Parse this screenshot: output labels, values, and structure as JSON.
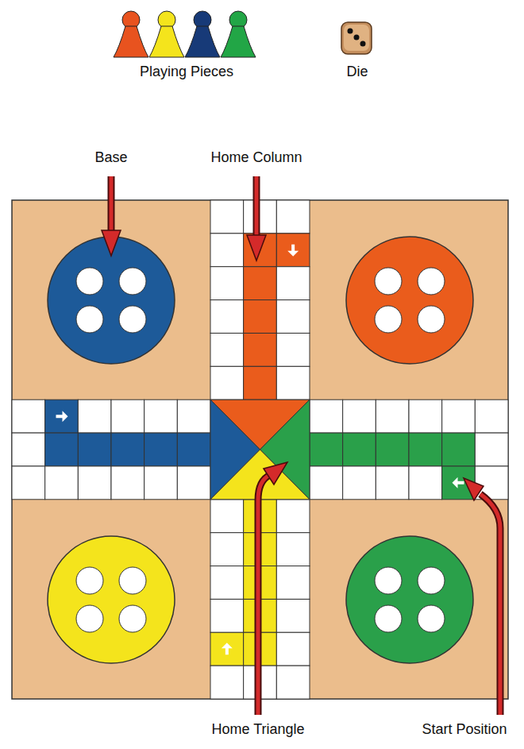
{
  "diagram": {
    "labels": [
      "Playing Pieces",
      "Die",
      "Base",
      "Home Column",
      "Home Triangle",
      "Start Position"
    ]
  }
}
